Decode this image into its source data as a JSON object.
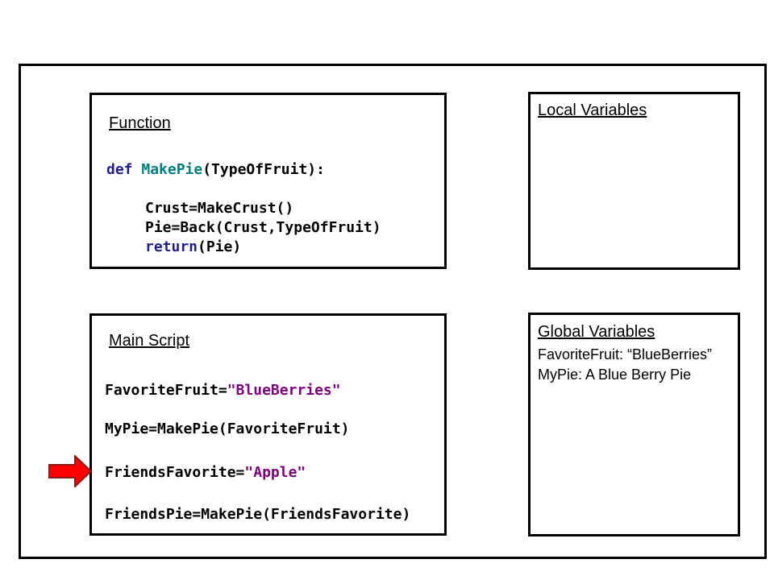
{
  "function_box": {
    "title": "Function",
    "code": {
      "def_kw": "def",
      "func_name": "MakePie",
      "signature_rest": "(TypeOfFruit):",
      "line2": "Crust=MakeCrust()",
      "line3": "Pie=Back(Crust,TypeOfFruit)",
      "return_kw": "return",
      "return_rest": "(Pie)"
    }
  },
  "local_box": {
    "title": "Local Variables"
  },
  "main_box": {
    "title": "Main Script",
    "lines": {
      "l1_name": "FavoriteFruit=",
      "l1_str": "\"BlueBerries\"",
      "l2": "MyPie=MakePie(FavoriteFruit)",
      "l3_name": "FriendsFavorite=",
      "l3_str": "\"Apple\"",
      "l4": "FriendsPie=MakePie(FriendsFavorite)"
    }
  },
  "global_box": {
    "title": "Global Variables",
    "entries": [
      "FavoriteFruit: “BlueBerries”",
      "MyPie: A Blue Berry Pie"
    ]
  },
  "colors": {
    "keyword": "#1f1f8f",
    "function_name": "#008080",
    "string": "#800080",
    "arrow": "#ff0000"
  },
  "icons": {
    "current_line_pointer": "right-arrow-icon"
  }
}
